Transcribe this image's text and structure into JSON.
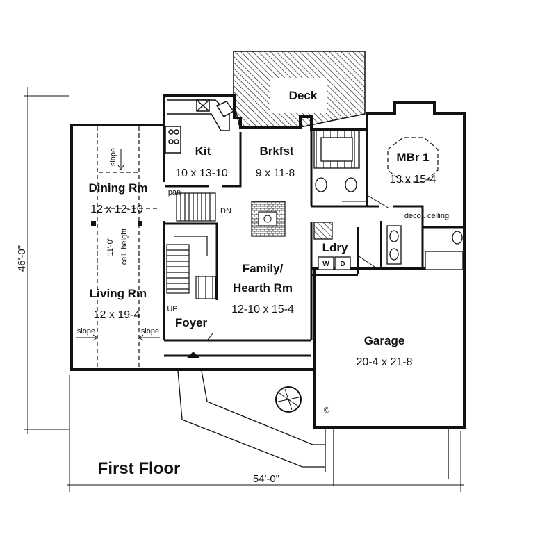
{
  "plan": {
    "title": "First Floor",
    "overall_width": "54'-0\"",
    "overall_depth": "46'-0\"",
    "copyright_mark": "©",
    "rooms": {
      "deck": {
        "name": "Deck"
      },
      "kitchen": {
        "name": "Kit",
        "size": "10 x 13-10"
      },
      "breakfast": {
        "name": "Brkfst",
        "size": "9 x 11-8"
      },
      "master_bedroom": {
        "name": "MBr 1",
        "size": "13 x 15-4"
      },
      "dining": {
        "name": "Dining Rm",
        "size": "12 x 12-10"
      },
      "living": {
        "name": "Living Rm",
        "size": "12 x 19-4"
      },
      "family": {
        "name": "Family/",
        "name_line2": "Hearth Rm",
        "size": "12-10 x 15-4"
      },
      "laundry": {
        "name": "Ldry"
      },
      "foyer": {
        "name": "Foyer"
      },
      "garage": {
        "name": "Garage",
        "size": "20-4 x 21-8"
      }
    },
    "labels": {
      "slope_dining": "slope",
      "slope_left": "slope",
      "slope_right": "slope",
      "pantry": "pan",
      "down": "DN",
      "up": "UP",
      "ceiling_height_1": "11'-0\"",
      "ceiling_height_2": "ceil. height",
      "decor_ceiling": "decor. ceiling",
      "washer": "W",
      "dryer": "D"
    }
  }
}
